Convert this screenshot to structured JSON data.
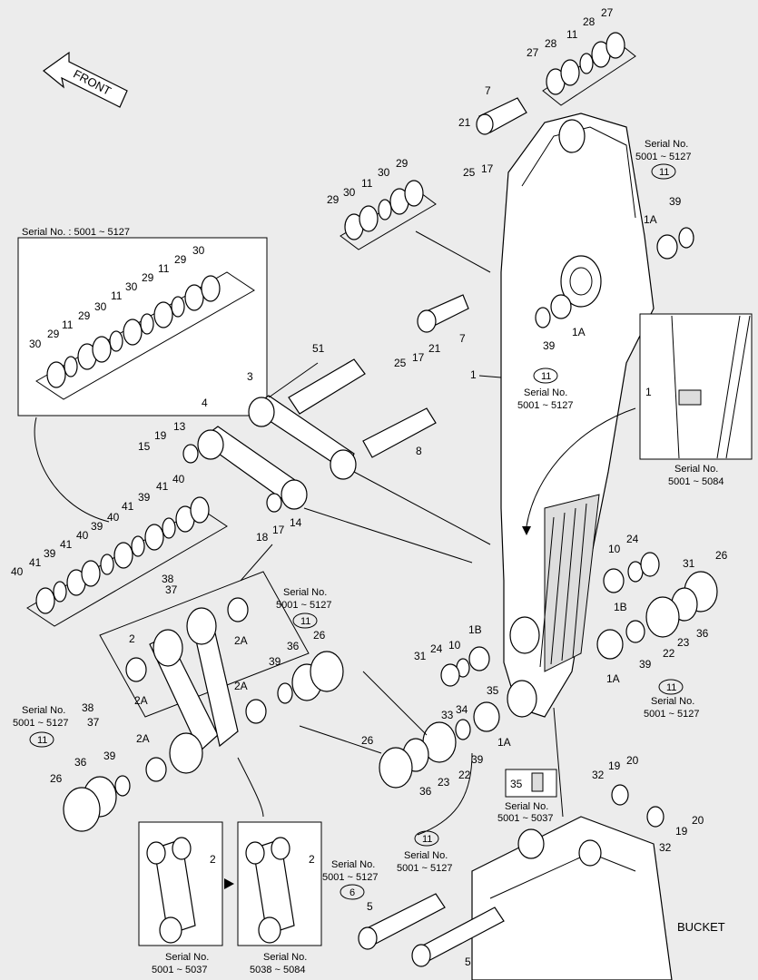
{
  "front_label": "FRONT",
  "bucket_label": "BUCKET",
  "inset_serial_top": "Serial No. : 5001 ~ 5127",
  "serial": {
    "a_line1": "Serial No.",
    "a_line2": "5001 ~ 5127",
    "b_line2": "5001 ~ 5084",
    "c_line2": "5001 ~ 5037",
    "d_line2": "5038 ~ 5084"
  },
  "circled": {
    "c11": "11",
    "c6": "6"
  },
  "parts": {
    "p1": "1",
    "p1A": "1A",
    "p1B": "1B",
    "p2": "2",
    "p2A": "2A",
    "p3": "3",
    "p4": "4",
    "p5": "5",
    "p7": "7",
    "p8": "8",
    "p10": "10",
    "p11": "11",
    "p13": "13",
    "p14": "14",
    "p15": "15",
    "p17": "17",
    "p18": "18",
    "p19": "19",
    "p20": "20",
    "p21": "21",
    "p22": "22",
    "p23": "23",
    "p24": "24",
    "p25": "25",
    "p26": "26",
    "p27": "27",
    "p28": "28",
    "p29": "29",
    "p30": "30",
    "p31": "31",
    "p32": "32",
    "p33": "33",
    "p34": "34",
    "p35": "35",
    "p36": "36",
    "p37": "37",
    "p38": "38",
    "p39": "39",
    "p40": "40",
    "p41": "41",
    "p51": "51"
  }
}
